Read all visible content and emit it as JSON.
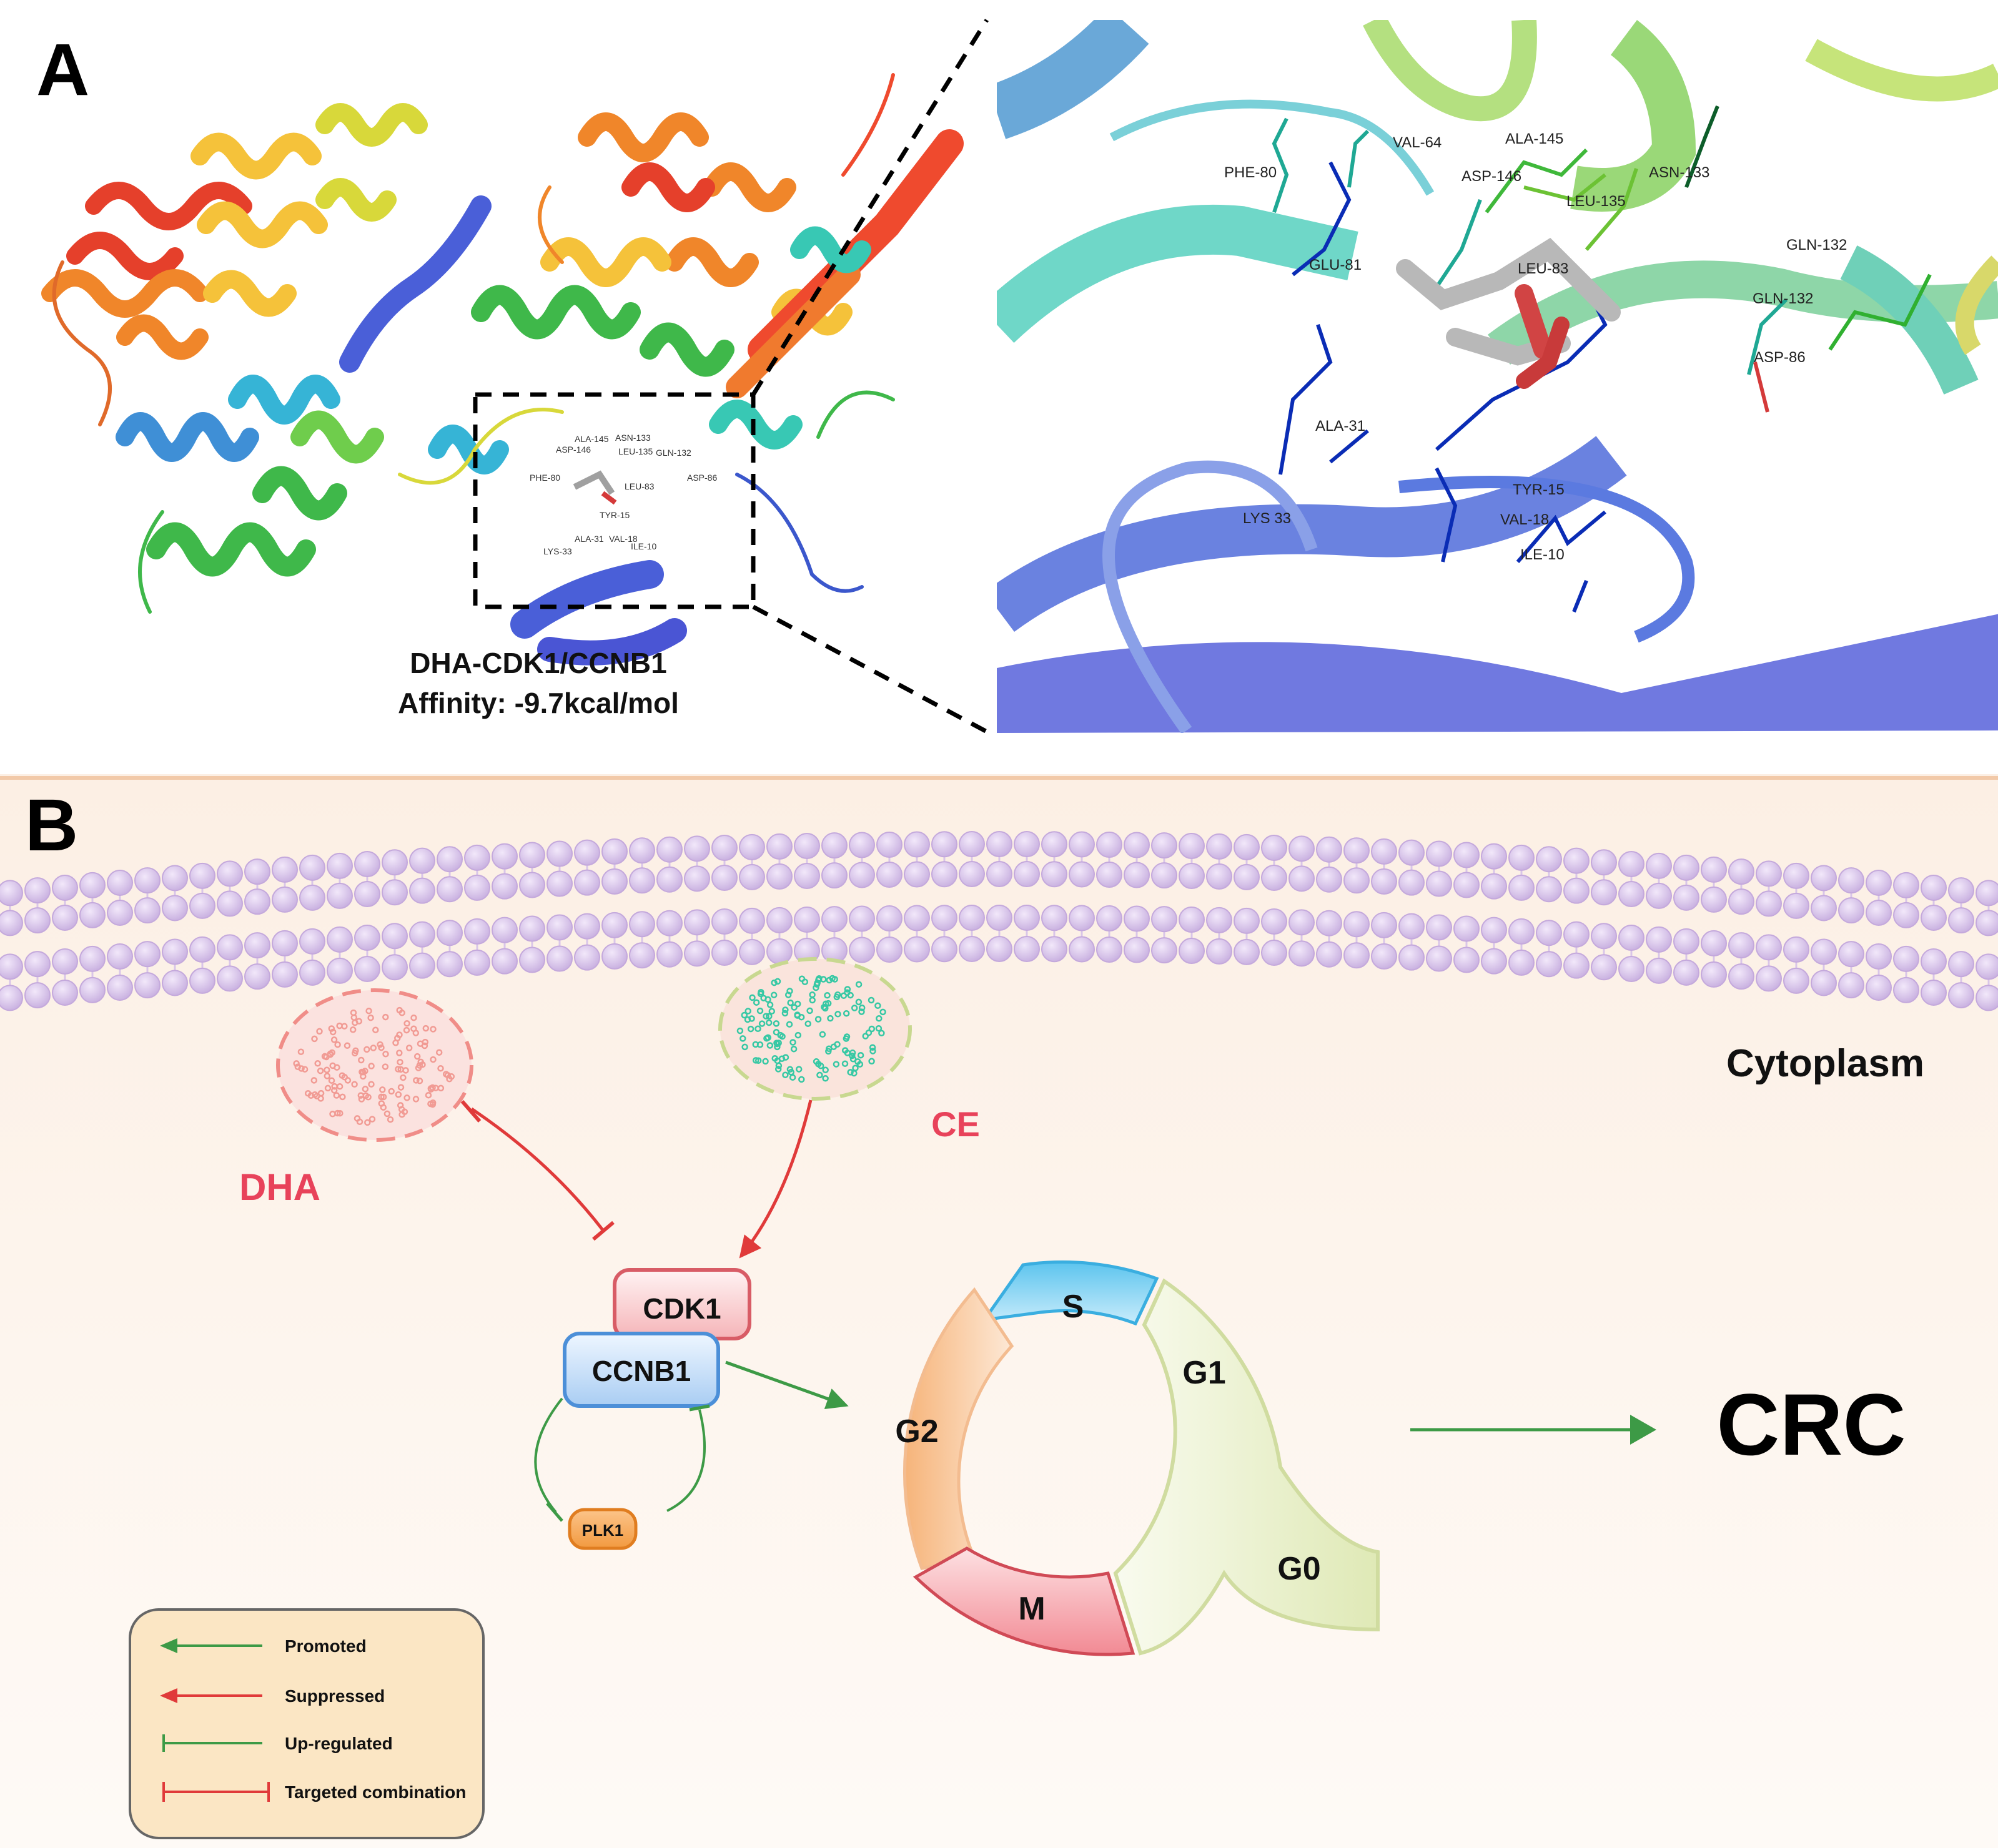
{
  "panel_a": {
    "label": "A",
    "complex_title": "DHA-CDK1/CCNB1",
    "affinity_text": "Affinity: -9.7kcal/mol",
    "residues_zoom": [
      "PHE-80",
      "VAL-64",
      "ALA-145",
      "ASP-146",
      "ASN-133",
      "LEU-135",
      "GLU-81",
      "LEU-83",
      "GLN-132",
      "GLN-132",
      "ASP-86",
      "ALA-31",
      "TYR-15",
      "LYS 33",
      "VAL-18",
      "ILE-10"
    ],
    "residues_small": [
      "ASP-146",
      "ALA-145",
      "ASN-133",
      "LEU-135",
      "GLN-132",
      "PHE-80",
      "LEU-83",
      "ASP-86",
      "TYR-15",
      "ALA-31",
      "VAL-18",
      "ILE-10",
      "LYS-33"
    ]
  },
  "panel_b": {
    "label": "B",
    "compartment": "Cytoplasm",
    "molecules": {
      "dha": "DHA",
      "ce": "CE"
    },
    "proteins": {
      "cdk1": "CDK1",
      "ccnb1": "CCNB1",
      "plk1": "PLK1"
    },
    "cell_cycle_phases": {
      "s": "S",
      "g1": "G1",
      "g2": "G2",
      "m": "M",
      "g0": "G0"
    },
    "outcome": "CRC",
    "legend": {
      "promoted": "Promoted",
      "suppressed": "Suppressed",
      "up_regulated": "Up-regulated",
      "targeted_combination": "Targeted combination"
    }
  },
  "colors": {
    "green_arrow": "#3d9a46",
    "red_arrow": "#e03a3a",
    "dha_red": "#e8425a",
    "ce_red": "#e8425a",
    "background_b": "#fdf3ea",
    "legend_bg": "#fbe6c4",
    "membrane": "#d9c5e8"
  }
}
